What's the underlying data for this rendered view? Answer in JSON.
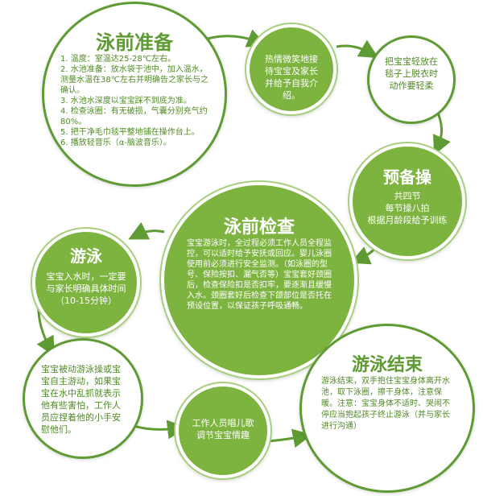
{
  "prep": {
    "title": "泳前准备",
    "items": [
      "1. 温度：室温达25-28℃左右。",
      "2. 水池准备：放水袋于池中，加入温水，测量水温在38℃左右并明确告之家长与之确认。",
      "3. 水池水深度以宝宝踩不到底为准。",
      "4. 检查泳圈：有无破损，气囊分别充气约80%。",
      "5. 把干净毛巾毯平整地铺在操作台上。",
      "6. 播放轻音乐（α-脑波音乐）。"
    ]
  },
  "greet": {
    "text": "热情微笑地接待宝宝及家长并给予自我介绍。"
  },
  "undress": {
    "text": "把宝宝轻放在毯子上脱衣时动作要轻柔"
  },
  "exercise": {
    "title": "预备操",
    "lines": [
      "共四节",
      "每节操八拍",
      "根据月龄段给予训练"
    ]
  },
  "check": {
    "title": "泳前检查",
    "text": "宝宝游泳时，全过程必须工作人员全程监控，可以适时给予安抚或回应。婴儿泳圈使用前必须进行安全监测。（如泳圈的型号、保险按扣、漏气否等）宝宝套好颈圈后，检查保险扣是否扣牢，要逐渐且缓慢入水。颈圈套好后检查下颌部位是否托在预设位置，以保证孩子呼吸通畅。"
  },
  "swim": {
    "title": "游泳",
    "text": "宝宝入水时，一定要与家长明确具体时间（10-15分钟）"
  },
  "passive": {
    "text": "宝宝被动游泳操或宝宝自主游动，如果宝宝在水中乱抓就表示他有些害怕，工作人员应捏着他的小手安慰他们。"
  },
  "song": {
    "text": "工作人员唱儿歌调节宝宝情趣"
  },
  "finish": {
    "title": "游泳结束",
    "text": "游泳结束，双手抱住宝宝身体离开水池，取下泳圈，擦干身体，注意保暖。注意：宝宝身体不适时、哭闹不停应当抱起孩子终止游泳（并与家长进行沟通）"
  },
  "colors": {
    "green": "#5f9b33",
    "fill": "#7db33f",
    "text": "#4f8a24"
  }
}
